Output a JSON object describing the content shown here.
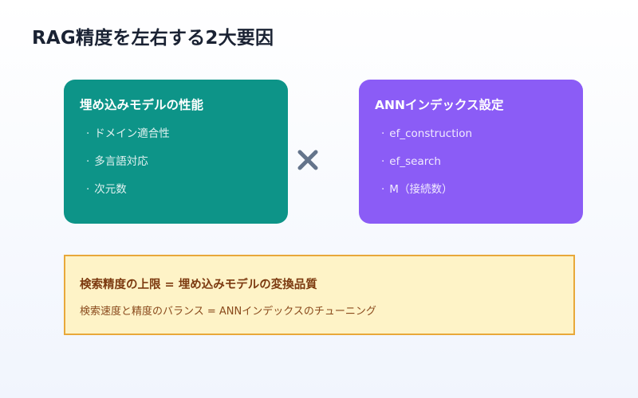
{
  "title": "RAG精度を左右する2大要因",
  "colors": {
    "left_card": "#0d9488",
    "right_card": "#8b5cf6",
    "operator": "#64748b",
    "note_bg": "#fef3c7",
    "note_border": "#e8a83a",
    "note_text": "#7c3a10"
  },
  "left_card": {
    "title": "埋め込みモデルの性能",
    "items": [
      {
        "bullet": "·",
        "label": "ドメイン適合性"
      },
      {
        "bullet": "·",
        "label": "多言語対応"
      },
      {
        "bullet": "·",
        "label": "次元数"
      }
    ]
  },
  "operator": {
    "icon": "multiply-icon",
    "symbol": "×"
  },
  "right_card": {
    "title": "ANNインデックス設定",
    "items": [
      {
        "bullet": "·",
        "label": "ef_construction"
      },
      {
        "bullet": "·",
        "label": "ef_search"
      },
      {
        "bullet": "·",
        "label": "M（接続数）"
      }
    ]
  },
  "note": {
    "main": "検索精度の上限 = 埋め込みモデルの変換品質",
    "sub": "検索速度と精度のバランス = ANNインデックスのチューニング"
  }
}
